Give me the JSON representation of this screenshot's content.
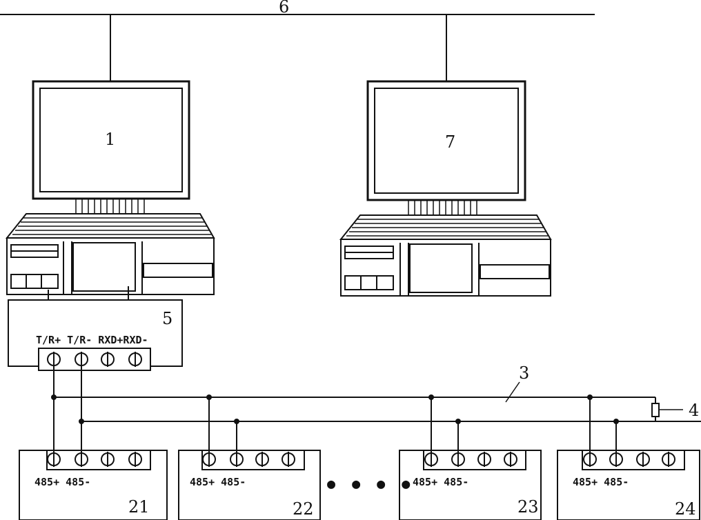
{
  "labels": {
    "network": "6",
    "computer_main": "1",
    "computer_second": "7",
    "converter": "5",
    "bus": "3",
    "resistor": "4",
    "device_21": "21",
    "device_22": "22",
    "device_23": "23",
    "device_24": "24"
  },
  "converter_terminals": "T/R+ T/R- RXD+RXD-",
  "device_terminals": "485+ 485-",
  "ellipsis": "● ● ● ●"
}
